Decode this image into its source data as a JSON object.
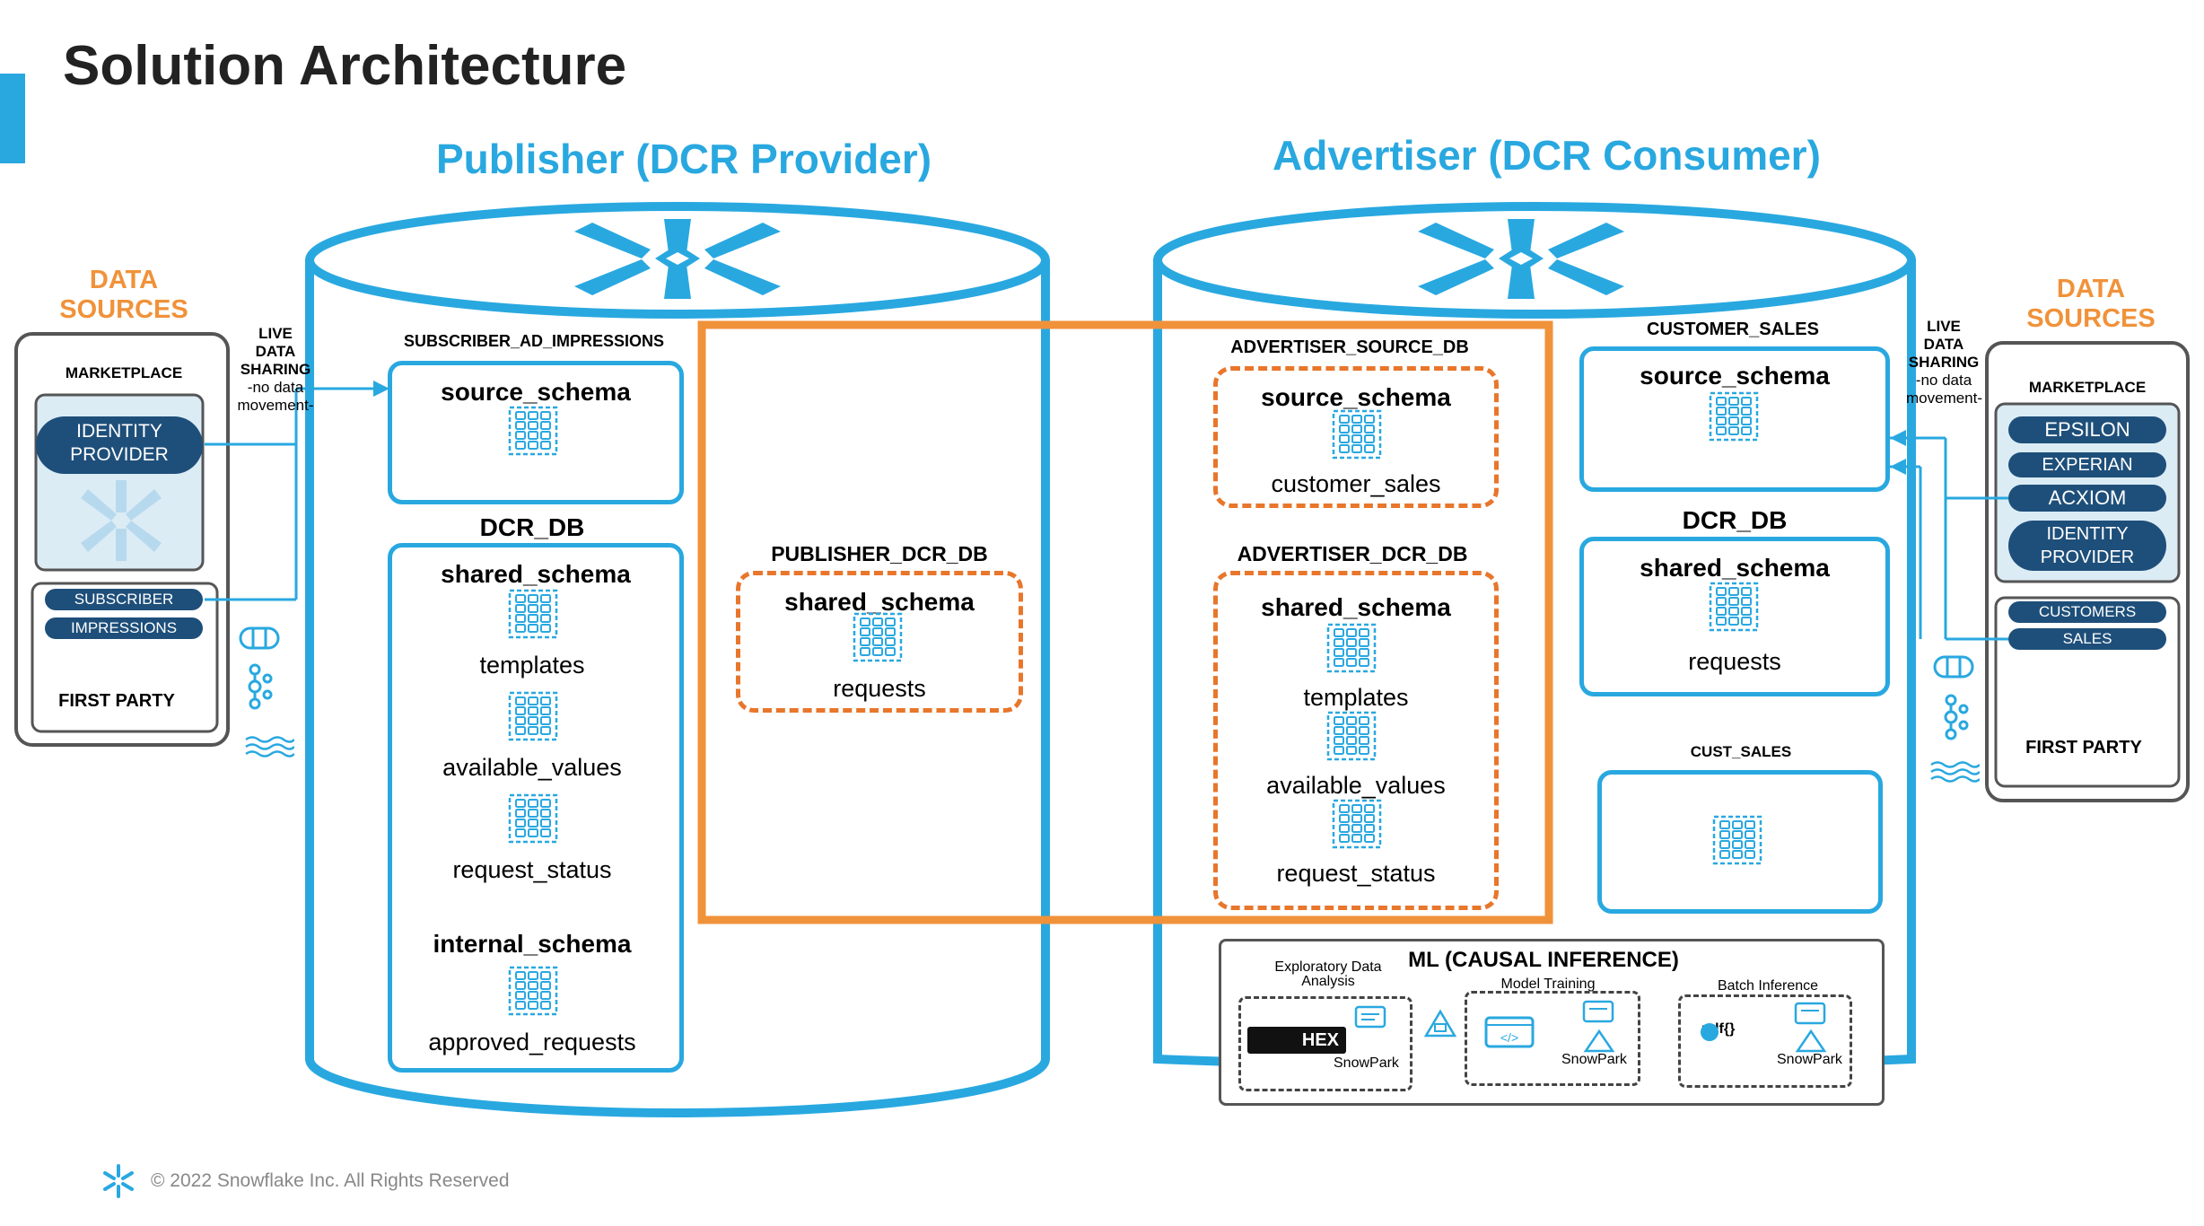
{
  "page": {
    "title": "Solution Architecture",
    "footer": "© 2022 Snowflake Inc. All Rights Reserved"
  },
  "publisher": {
    "title": "Publisher (DCR Provider)",
    "subscriber_db": "SUBSCRIBER_AD_IMPRESSIONS",
    "source_schema": "source_schema",
    "dcr_db": "DCR_DB",
    "shared_schema": "shared_schema",
    "tables": [
      "templates",
      "available_values",
      "request_status"
    ],
    "internal_schema": "internal_schema",
    "internal_table": "approved_requests"
  },
  "center": {
    "db": "PUBLISHER_DCR_DB",
    "schema": "shared_schema",
    "table": "requests"
  },
  "advertiser": {
    "title": "Advertiser (DCR Consumer)",
    "source_db": "ADVERTISER_SOURCE_DB",
    "source_schema": "source_schema",
    "source_table": "customer_sales",
    "dcr_db": "ADVERTISER_DCR_DB",
    "shared_schema": "shared_schema",
    "tables": [
      "templates",
      "available_values",
      "request_status"
    ],
    "customer_sales": "CUSTOMER_SALES",
    "cs_source_schema": "source_schema",
    "dcr_db2": "DCR_DB",
    "shared_schema2": "shared_schema",
    "requests": "requests",
    "cust_sales": "CUST_SALES"
  },
  "ml": {
    "title": "ML (CAUSAL INFERENCE)",
    "eda": "Exploratory Data Analysis",
    "training": "Model Training",
    "batch": "Batch Inference",
    "hex": "HEX",
    "snowpark": "SnowPark",
    "udf": "udf{}"
  },
  "left_sources": {
    "title": "DATA SOURCES",
    "marketplace": "MARKETPLACE",
    "identity": "IDENTITY PROVIDER",
    "subscriber": "SUBSCRIBER",
    "impressions": "IMPRESSIONS",
    "first_party": "FIRST PARTY",
    "live": [
      "LIVE",
      "DATA",
      "SHARING",
      "-no data",
      "movement-"
    ]
  },
  "right_sources": {
    "title": "DATA SOURCES",
    "marketplace": "MARKETPLACE",
    "providers": [
      "EPSILON",
      "EXPERIAN",
      "ACXIOM"
    ],
    "identity": "IDENTITY PROVIDER",
    "customers": "CUSTOMERS",
    "sales": "SALES",
    "first_party": "FIRST PARTY",
    "live": [
      "LIVE",
      "DATA",
      "SHARING",
      "-no data",
      "movement-"
    ]
  },
  "colors": {
    "accent": "#29a8e0",
    "orange": "#f0923a",
    "navy": "#1e4f7a"
  },
  "icons": [
    "snowflake-icon",
    "table-grid-icon",
    "kafka-icon",
    "connector-icon",
    "stream-icon"
  ]
}
